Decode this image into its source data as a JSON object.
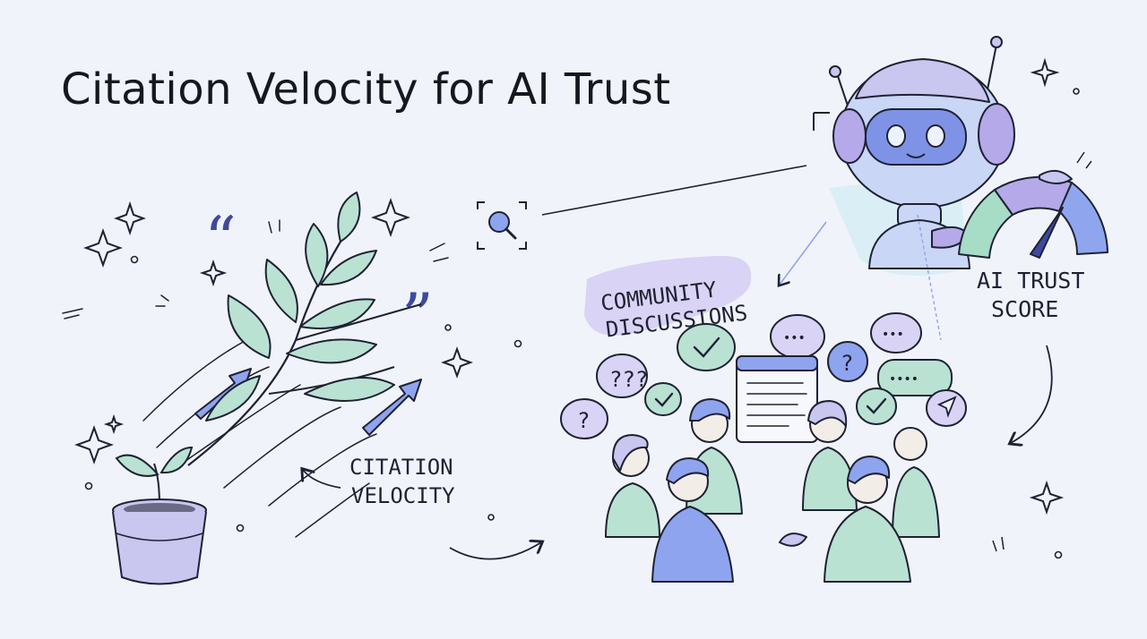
{
  "title": "Citation Velocity for AI Trust",
  "labels": {
    "citation_velocity": [
      "CITATION",
      "VELOCITY"
    ],
    "community_discussions": [
      "COMMUNITY",
      "DISCUSSIONS"
    ],
    "ai_trust_score": [
      "AI TRUST",
      "SCORE"
    ]
  },
  "glyphs": {
    "quote_open": "“",
    "quote_close": "”",
    "question": "?",
    "question_triple": "???",
    "ellipsis": "•••",
    "ellipsis_four": "••••"
  },
  "colors": {
    "background": "#f1f3fb",
    "ink": "#1e2233",
    "leaf": "#b9e2d3",
    "pot": "#c9c6ef",
    "accent_blue": "#7f93e6",
    "label_bg": "#d9d3f5",
    "gauge_green": "#a7dcc7",
    "gauge_purple": "#b6a9ea",
    "gauge_blue": "#8fa6ee"
  }
}
